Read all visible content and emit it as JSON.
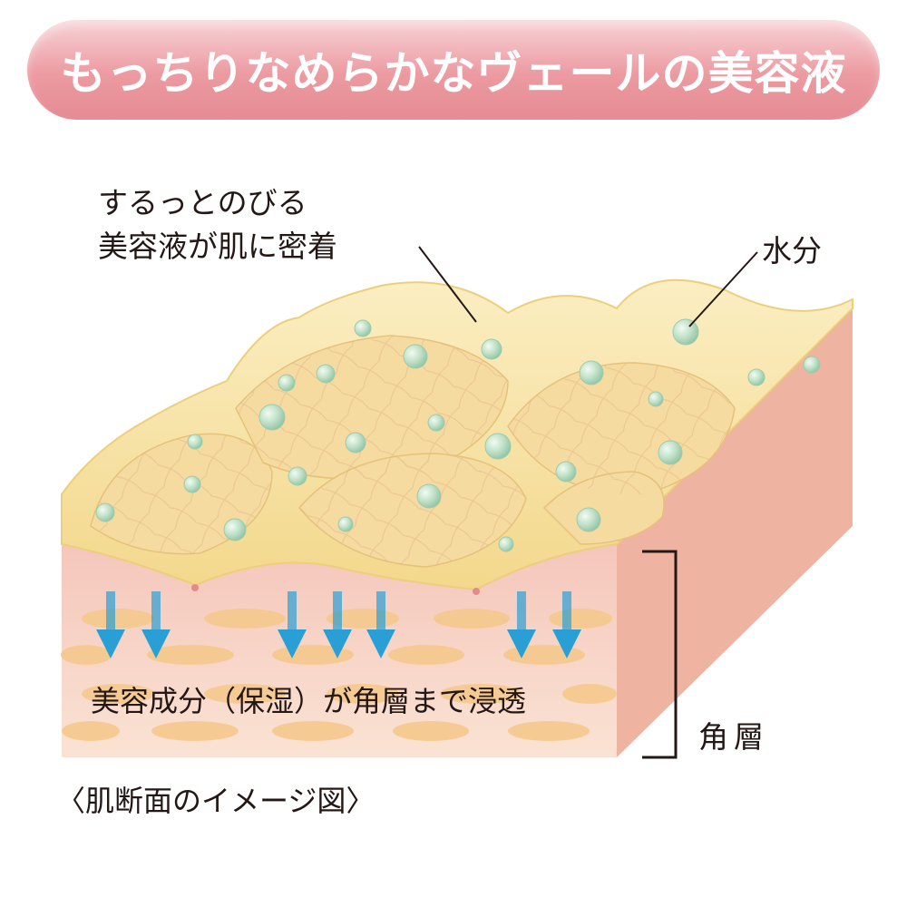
{
  "banner": {
    "title": "もっちりなめらかなヴェールの美容液"
  },
  "labels": {
    "veil_line1": "するっとのびる",
    "veil_line2": "美容液が肌に密着",
    "water": "水分",
    "penetrate": "美容成分（保湿）が角層まで浸透",
    "stratum_corneum": "角層",
    "caption": "〈肌断面のイメージ図〉"
  },
  "colors": {
    "banner": "#ec9aa1",
    "veil": "#f7df9a",
    "skin_face": "#f9dcc8",
    "skin_side": "#f0b4a0",
    "cell": "#f4c98a",
    "water_drop": "#bfe0c7",
    "arrow": "#2a9fd6"
  }
}
